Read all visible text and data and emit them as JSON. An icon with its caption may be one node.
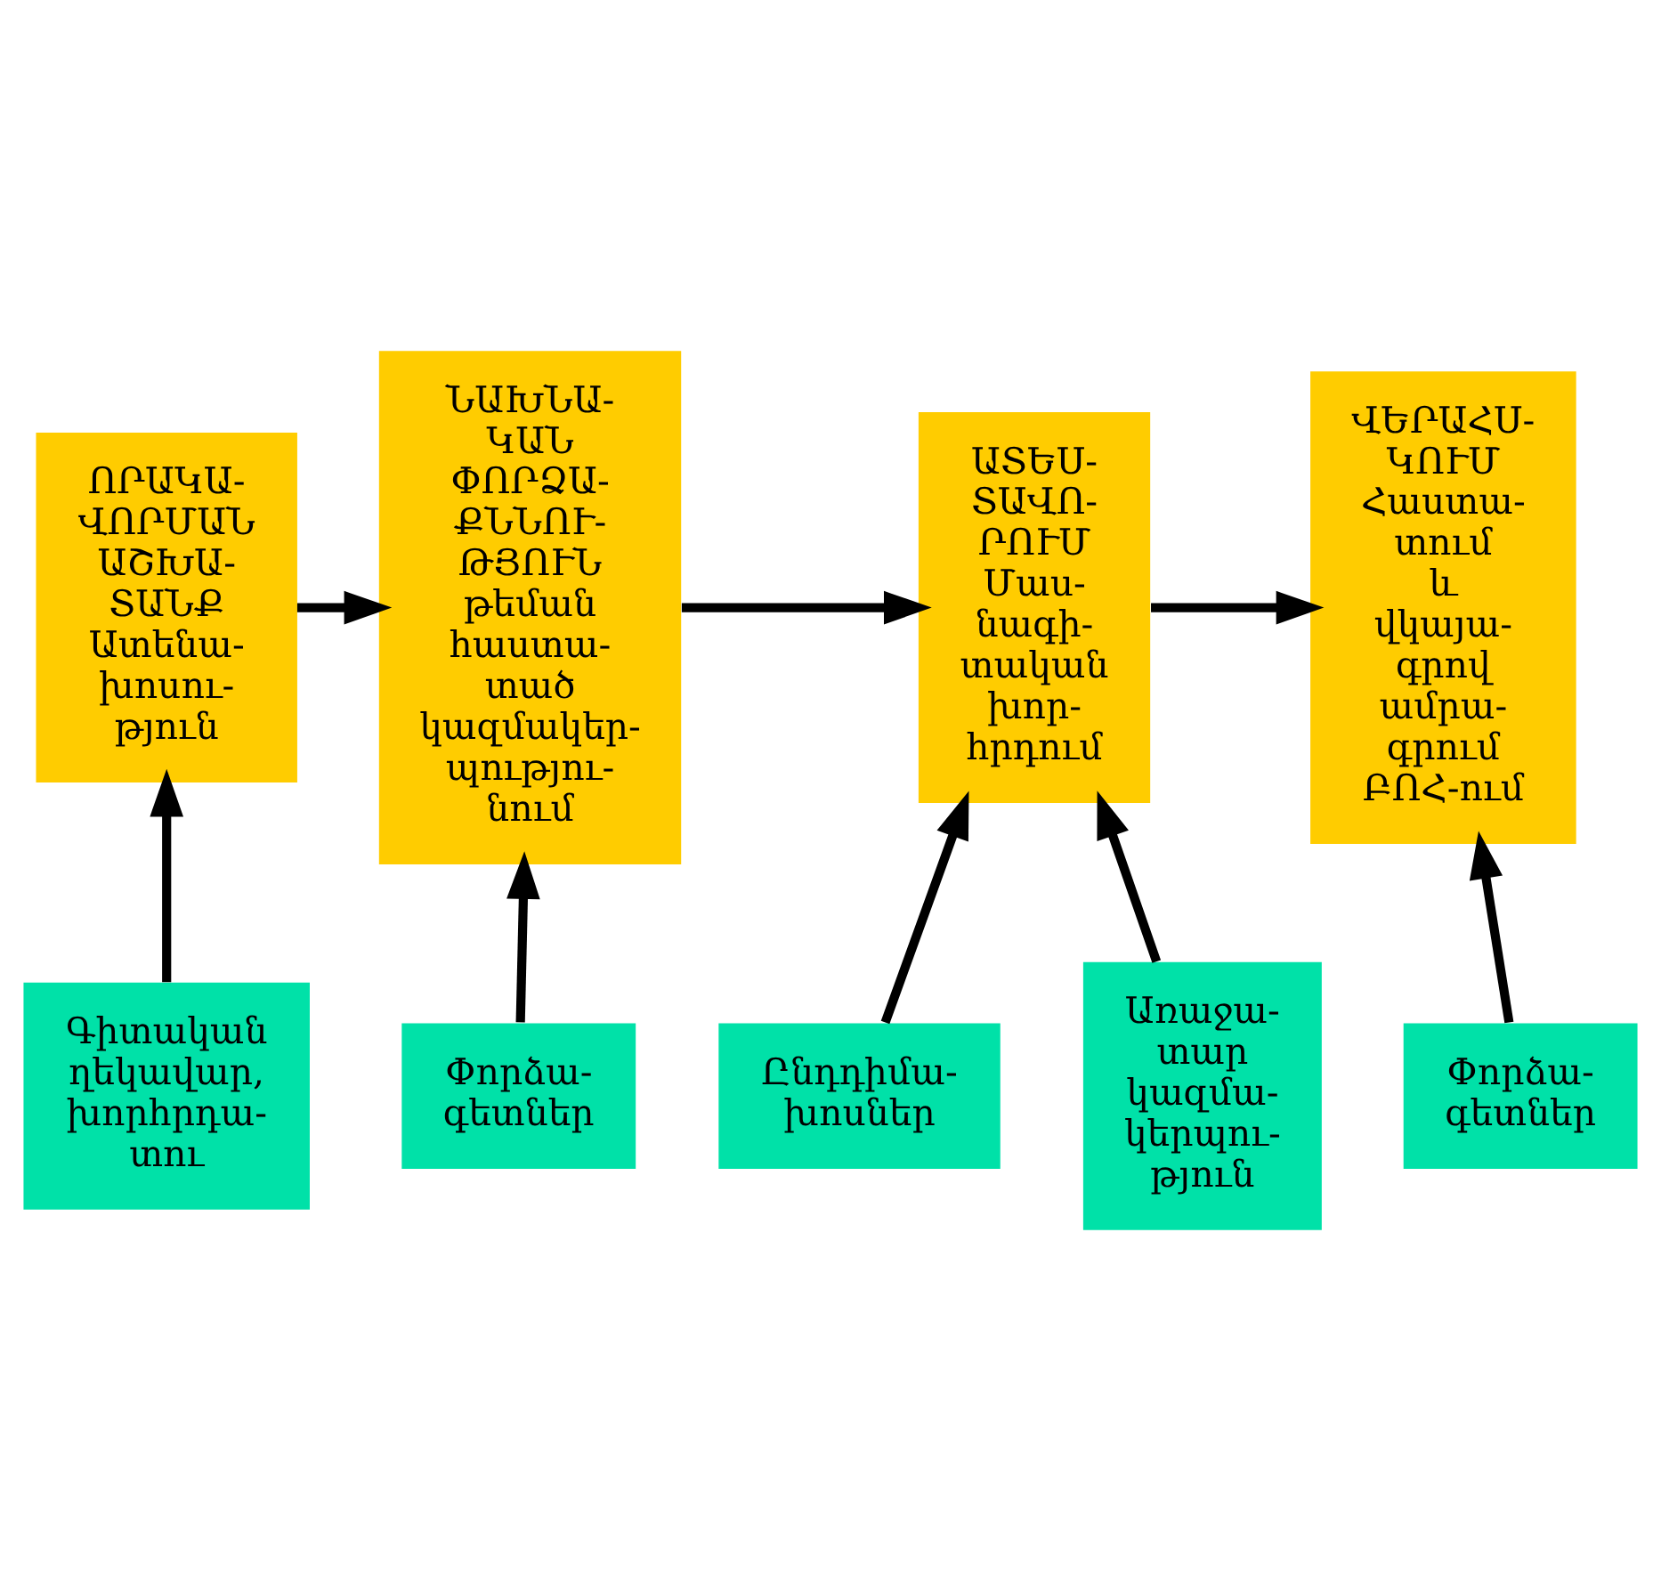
{
  "diagram": {
    "nodes": [
      {
        "text": [
          "ՈՐԱԿԱ- ՎՈՐՄԱՆ ԱՇԽԱ- ՏԱՆՔ",
          "Ատենա- խոսու- թյուն"
        ]
      },
      {
        "text": [
          "ՆԱԽՆԱ- ԿԱՆ ՓՈՐՁԱ- ՔՆՆՈՒ- ԹՅՈՒՆ",
          "թեման հաստա- տած կազմակեր- պությու- նում"
        ]
      },
      {
        "text": [
          "ԱՏԵՍ- ՏԱՎՈ- ՐՈՒՄ",
          "Մաս- նագի- տական խոր- հրդում"
        ]
      },
      {
        "text": [
          "ՎԵՐԱՀՍ- ԿՈՒՄ",
          "Հաստա- տում և վկայա- գրով ամրա- գրում ԲՈՀ-ում"
        ]
      },
      {
        "text": [
          "Գիտական ղեկավար, խորհրդա- տու"
        ]
      },
      {
        "text": [
          "Փորձա- գետներ"
        ]
      },
      {
        "text": [
          "Ընդդիմա- խոսներ"
        ]
      },
      {
        "text": [
          "Առաջա- տար կազմա- կերպու- թյուն"
        ]
      },
      {
        "text": [
          "Փորձա- գետներ"
        ]
      }
    ],
    "edges": [
      {
        "from": 0,
        "to": 1,
        "arrow": "to"
      },
      {
        "from": 1,
        "to": 2,
        "arrow": "to"
      },
      {
        "from": 2,
        "to": 3,
        "arrow": "to"
      },
      {
        "from": 4,
        "to": 0,
        "arrow": "to"
      },
      {
        "from": 5,
        "to": 1,
        "arrow": "to"
      },
      {
        "from": 6,
        "to": 2,
        "arrow": "to"
      },
      {
        "from": 7,
        "to": 2,
        "arrow": "to"
      },
      {
        "from": 8,
        "to": 3,
        "arrow": "to"
      }
    ]
  }
}
